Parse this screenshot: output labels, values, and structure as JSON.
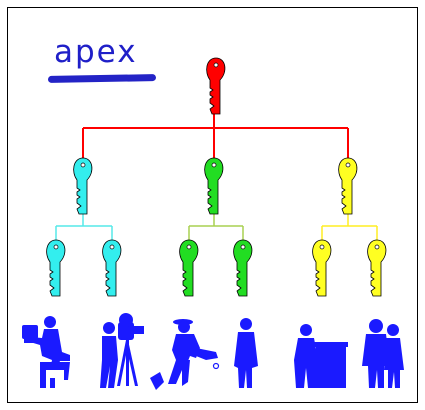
{
  "logo": {
    "text": "apex",
    "color": "#1f1fc8"
  },
  "colors": {
    "root": "#ff0000",
    "branch_cyan": "#33eeee",
    "branch_green": "#22dd22",
    "branch_yellow": "#ffff22",
    "line_cyan": "#55e8e8",
    "line_green": "#a8d050",
    "line_yellow": "#ffee22",
    "people": "#1a1aff"
  },
  "tree": {
    "root_icon": "red-key-icon",
    "branches": [
      {
        "key_icon": "cyan-key-icon",
        "child_count": 2
      },
      {
        "key_icon": "green-key-icon",
        "child_count": 2
      },
      {
        "key_icon": "yellow-key-icon",
        "child_count": 2
      }
    ]
  },
  "people": [
    "computer-worker-icon",
    "camera-operator-icon",
    "gardener-icon",
    "standing-man-icon",
    "podium-speaker-icon",
    "couple-icon"
  ]
}
